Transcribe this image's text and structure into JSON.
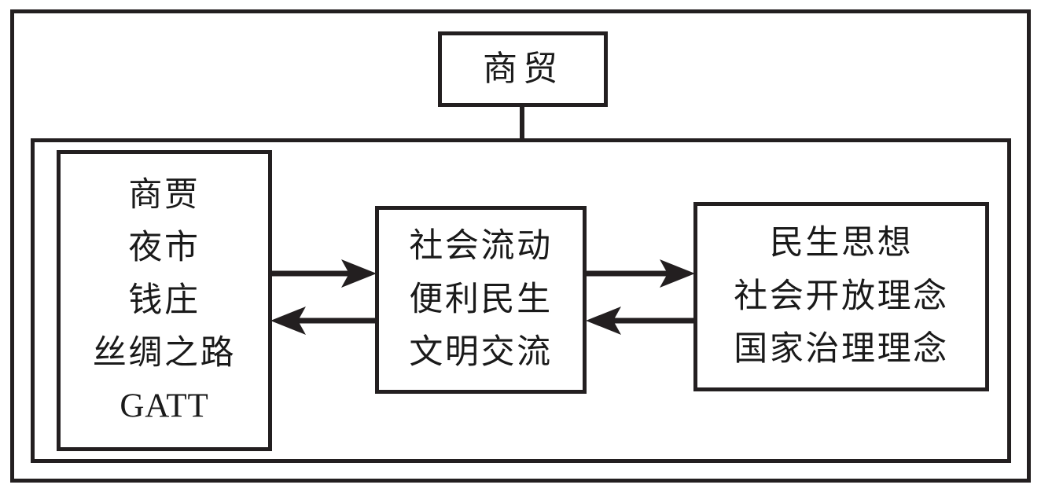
{
  "figure": {
    "title": "商贸",
    "stroke_color": "#231f20",
    "text_color": "#1a1a1a",
    "background_color": "#ffffff"
  },
  "nodes": {
    "top": {
      "id": "shangmao",
      "lines": [
        "商贸"
      ]
    },
    "left": {
      "id": "historical-terms",
      "lines": [
        "商贾",
        "夜市",
        "钱庄",
        "丝绸之路",
        "GATT"
      ]
    },
    "middle": {
      "id": "social-effects",
      "lines": [
        "社会流动",
        "便利民生",
        "文明交流"
      ]
    },
    "right": {
      "id": "ideas",
      "lines": [
        "民生思想",
        "社会开放理念",
        "国家治理理念"
      ]
    }
  },
  "connectors": [
    {
      "id": "top-to-group",
      "kind": "line",
      "from": "shangmao",
      "to": "inner-frame",
      "direction": "down",
      "arrowhead": "none"
    },
    {
      "id": "left-to-middle",
      "kind": "arrow",
      "from": "historical-terms",
      "to": "social-effects",
      "direction": "right",
      "arrowhead": "right"
    },
    {
      "id": "middle-to-left",
      "kind": "arrow",
      "from": "social-effects",
      "to": "historical-terms",
      "direction": "left",
      "arrowhead": "left"
    },
    {
      "id": "middle-to-right",
      "kind": "arrow",
      "from": "social-effects",
      "to": "ideas",
      "direction": "right",
      "arrowhead": "right"
    },
    {
      "id": "right-to-middle",
      "kind": "arrow",
      "from": "ideas",
      "to": "social-effects",
      "direction": "left",
      "arrowhead": "left"
    }
  ]
}
